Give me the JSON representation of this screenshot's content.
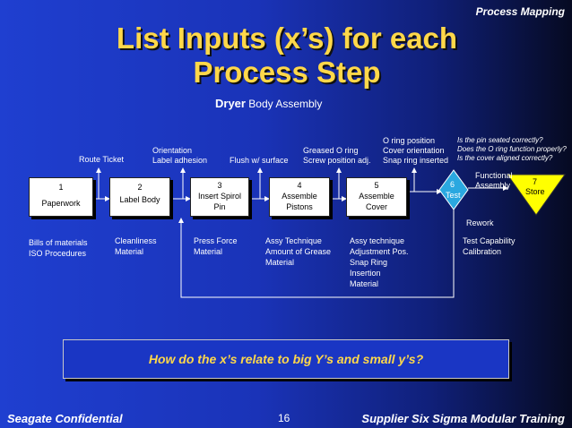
{
  "header": {
    "label": "Process Mapping"
  },
  "title": {
    "line1": "List Inputs (x’s) for each",
    "line2": "Process Step"
  },
  "subtitle": {
    "bold": "Dryer",
    "rest": " Body Assembly"
  },
  "steps": [
    {
      "num": "1",
      "label": "Paperwork",
      "inputs": [
        "Bills of materials",
        "ISO Procedures"
      ]
    },
    {
      "num": "2",
      "label": "Label Body",
      "inputs": [
        "Cleanliness",
        "Material"
      ]
    },
    {
      "num": "3",
      "label": "Insert Spirol",
      "label2": "Pin",
      "inputs": [
        "Press Force",
        "Material"
      ]
    },
    {
      "num": "4",
      "label": "Assemble",
      "label2": "Pistons",
      "inputs": [
        "Assy Technique",
        "Amount of Grease",
        "Material"
      ]
    },
    {
      "num": "5",
      "label": "Assemble",
      "label2": "Cover",
      "inputs": [
        "Assy technique",
        "Adjustment Pos.",
        "Snap Ring",
        "Insertion",
        "Material"
      ]
    },
    {
      "num": "6",
      "label": "Test",
      "inputs": [
        "Test Capability",
        "Calibration"
      ]
    },
    {
      "num": "7",
      "label": "Store"
    }
  ],
  "outputs": {
    "o1": "Route Ticket",
    "o2": [
      "Orientation",
      "Label adhesion"
    ],
    "o3": "Flush w/ surface",
    "o4": [
      "Greased O ring",
      "Screw position adj."
    ],
    "o5": [
      "O ring position",
      "Cover orientation",
      "Snap ring inserted"
    ],
    "o6": [
      "Is the pin seated correctly?",
      "Does the O ring function properly?",
      "Is the cover aligned correctly?"
    ]
  },
  "test_labels": {
    "functional": "Functional",
    "assembly": "Assembly",
    "rework": "Rework"
  },
  "colors": {
    "background": "#1f3fd0",
    "title": "#ffd84a",
    "test_diamond": "#2aa8e0",
    "store_triangle": "#ffff00"
  },
  "question": "How do the x’s relate to big Y’s and small y’s?",
  "footer": {
    "left": "Seagate Confidential",
    "page": "16",
    "right": "Supplier Six Sigma Modular Training"
  }
}
